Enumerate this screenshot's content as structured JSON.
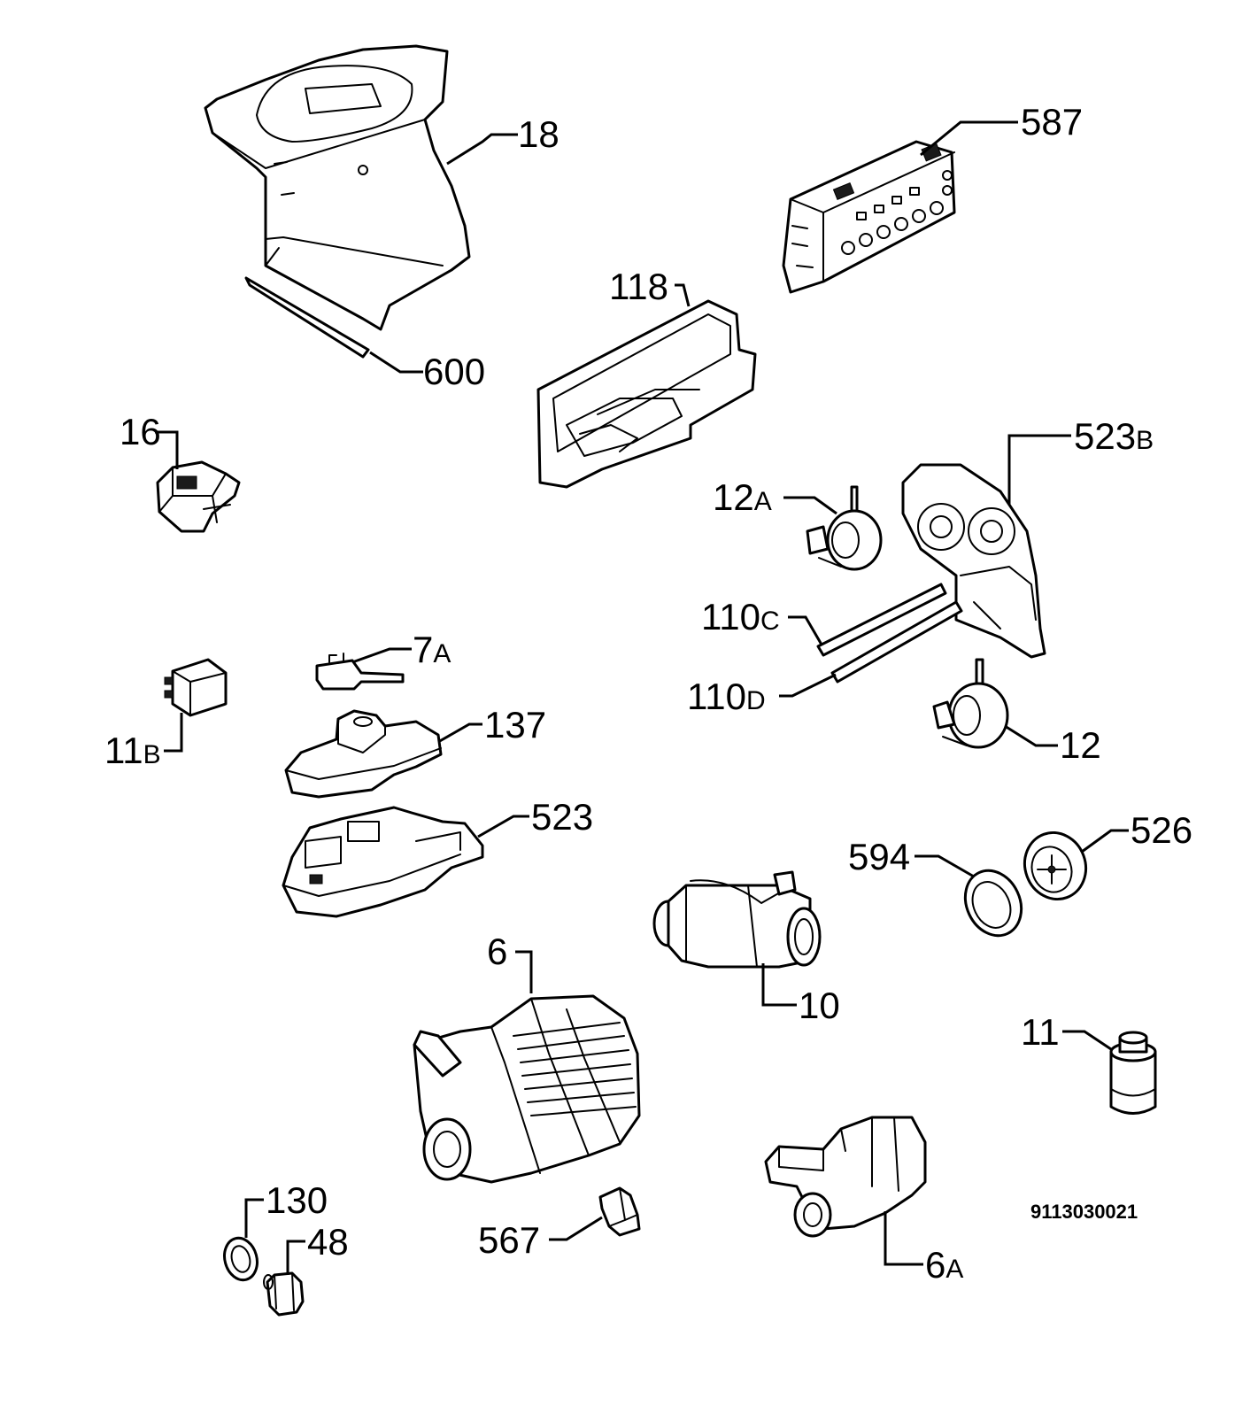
{
  "diagram": {
    "labels": {
      "p18": "18",
      "p600": "600",
      "p587": "587",
      "p118": "118",
      "p16": "16",
      "p523B_num": "523",
      "p523B_suf": "B",
      "p12A_num": "12",
      "p12A_suf": "A",
      "p110C_num": "110",
      "p110C_suf": "C",
      "p110D_num": "110",
      "p110D_suf": "D",
      "p7A_num": "7",
      "p7A_suf": "A",
      "p11B_num": "11",
      "p11B_suf": "B",
      "p137": "137",
      "p12": "12",
      "p523": "523",
      "p594": "594",
      "p526": "526",
      "p6": "6",
      "p10": "10",
      "p11": "11",
      "p130": "130",
      "p48": "48",
      "p567": "567",
      "p6A_num": "6",
      "p6A_suf": "A"
    },
    "drawing_code": "9113030021"
  }
}
